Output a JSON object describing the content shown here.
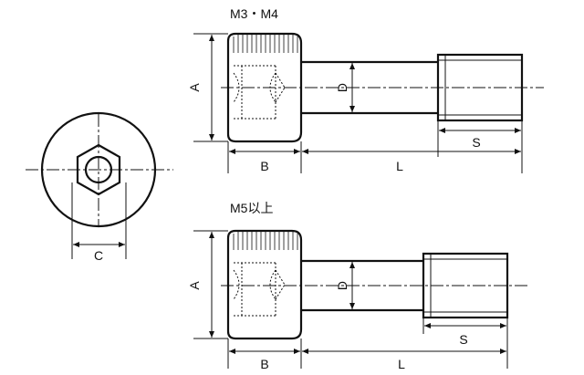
{
  "views": {
    "top_title": "M3・M4",
    "bottom_title": "M5以上"
  },
  "dims": {
    "A": "A",
    "B": "B",
    "C": "C",
    "D": "D",
    "L": "L",
    "S": "S"
  },
  "colors": {
    "line": "#111111",
    "background": "#ffffff"
  }
}
